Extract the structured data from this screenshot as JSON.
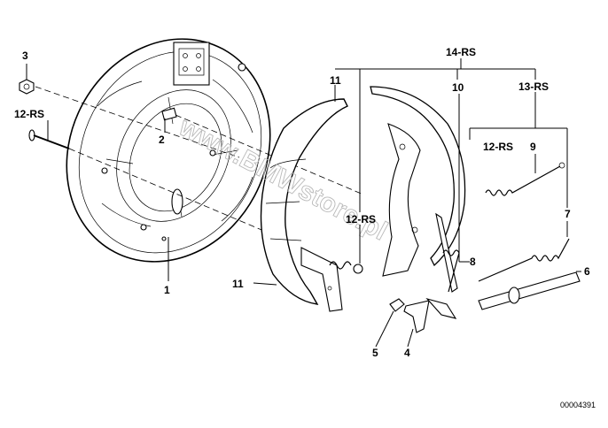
{
  "labels": {
    "l1": "1",
    "l2": "2",
    "l3": "3",
    "l4": "4",
    "l5": "5",
    "l6": "6",
    "l7": "7",
    "l8": "8",
    "l9": "9",
    "l10": "10",
    "l11a": "11",
    "l11b": "11",
    "l12rs_a": "12-RS",
    "l12rs_b": "12-RS",
    "l12rs_c": "12-RS",
    "l13rs": "13-RS",
    "l14rs": "14-RS"
  },
  "reference_number": "00004391",
  "watermark": "www.BMWstore.pl",
  "colors": {
    "ink": "#000000",
    "watermark": "#b9b9b9",
    "background": "#ffffff"
  }
}
